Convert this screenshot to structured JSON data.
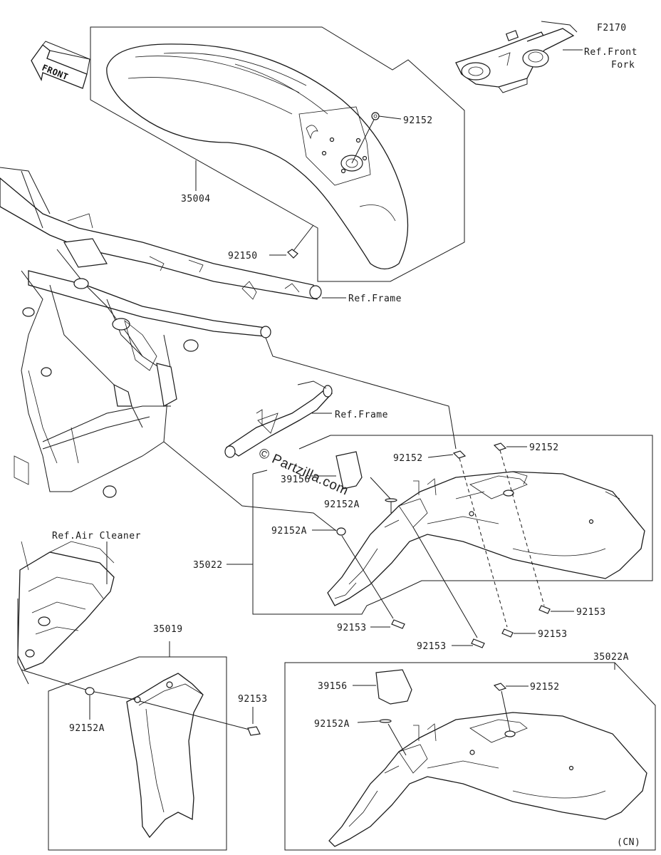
{
  "diagram_code": "F2170",
  "front_arrow_label": "FRONT",
  "watermark": "© Partzilla.com",
  "variant_note": "(CN)",
  "labels": {
    "ref_front_fork_1": "Ref.Front",
    "ref_front_fork_2": "Fork",
    "ref_frame_upper": "Ref.Frame",
    "ref_frame_lower": "Ref.Frame",
    "ref_air_cleaner": "Ref.Air Cleaner",
    "p35004": "35004",
    "p92150": "92150",
    "p92152_front_fender": "92152",
    "p35022": "35022",
    "p92152_rear_a": "92152",
    "p92152_rear_b": "92152",
    "p39156_rear": "39156",
    "p92152A_rear_top": "92152A",
    "p92152A_rear_left": "92152A",
    "p92153_rear_a": "92153",
    "p92153_rear_b": "92153",
    "p92153_rear_c": "92153",
    "p92153_rear_d": "92153",
    "p35019": "35019",
    "p92152A_flap": "92152A",
    "p92153_flap": "92153",
    "p35022A": "35022A",
    "p39156_cn": "39156",
    "p92152_cn": "92152",
    "p92152A_cn": "92152A"
  }
}
